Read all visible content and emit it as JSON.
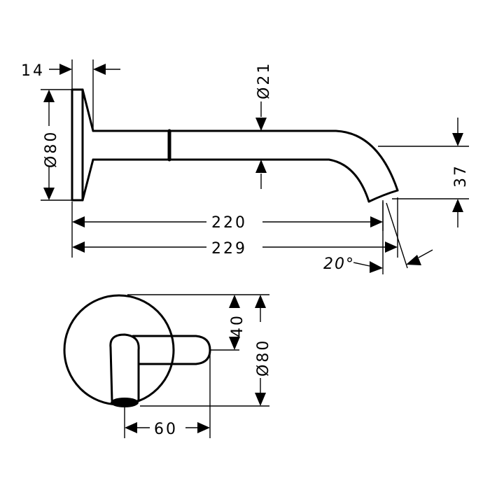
{
  "dimensions": {
    "rosette_thickness": "14",
    "rosette_diameter": "Ø80",
    "spout_diameter": "Ø21",
    "spout_drop": "37",
    "projection_short": "220",
    "projection_long": "229",
    "outlet_angle": "20°",
    "handle_height": "40",
    "front_diameter": "Ø80",
    "handle_width": "60"
  },
  "colors": {
    "line": "#000000",
    "background": "#ffffff"
  }
}
